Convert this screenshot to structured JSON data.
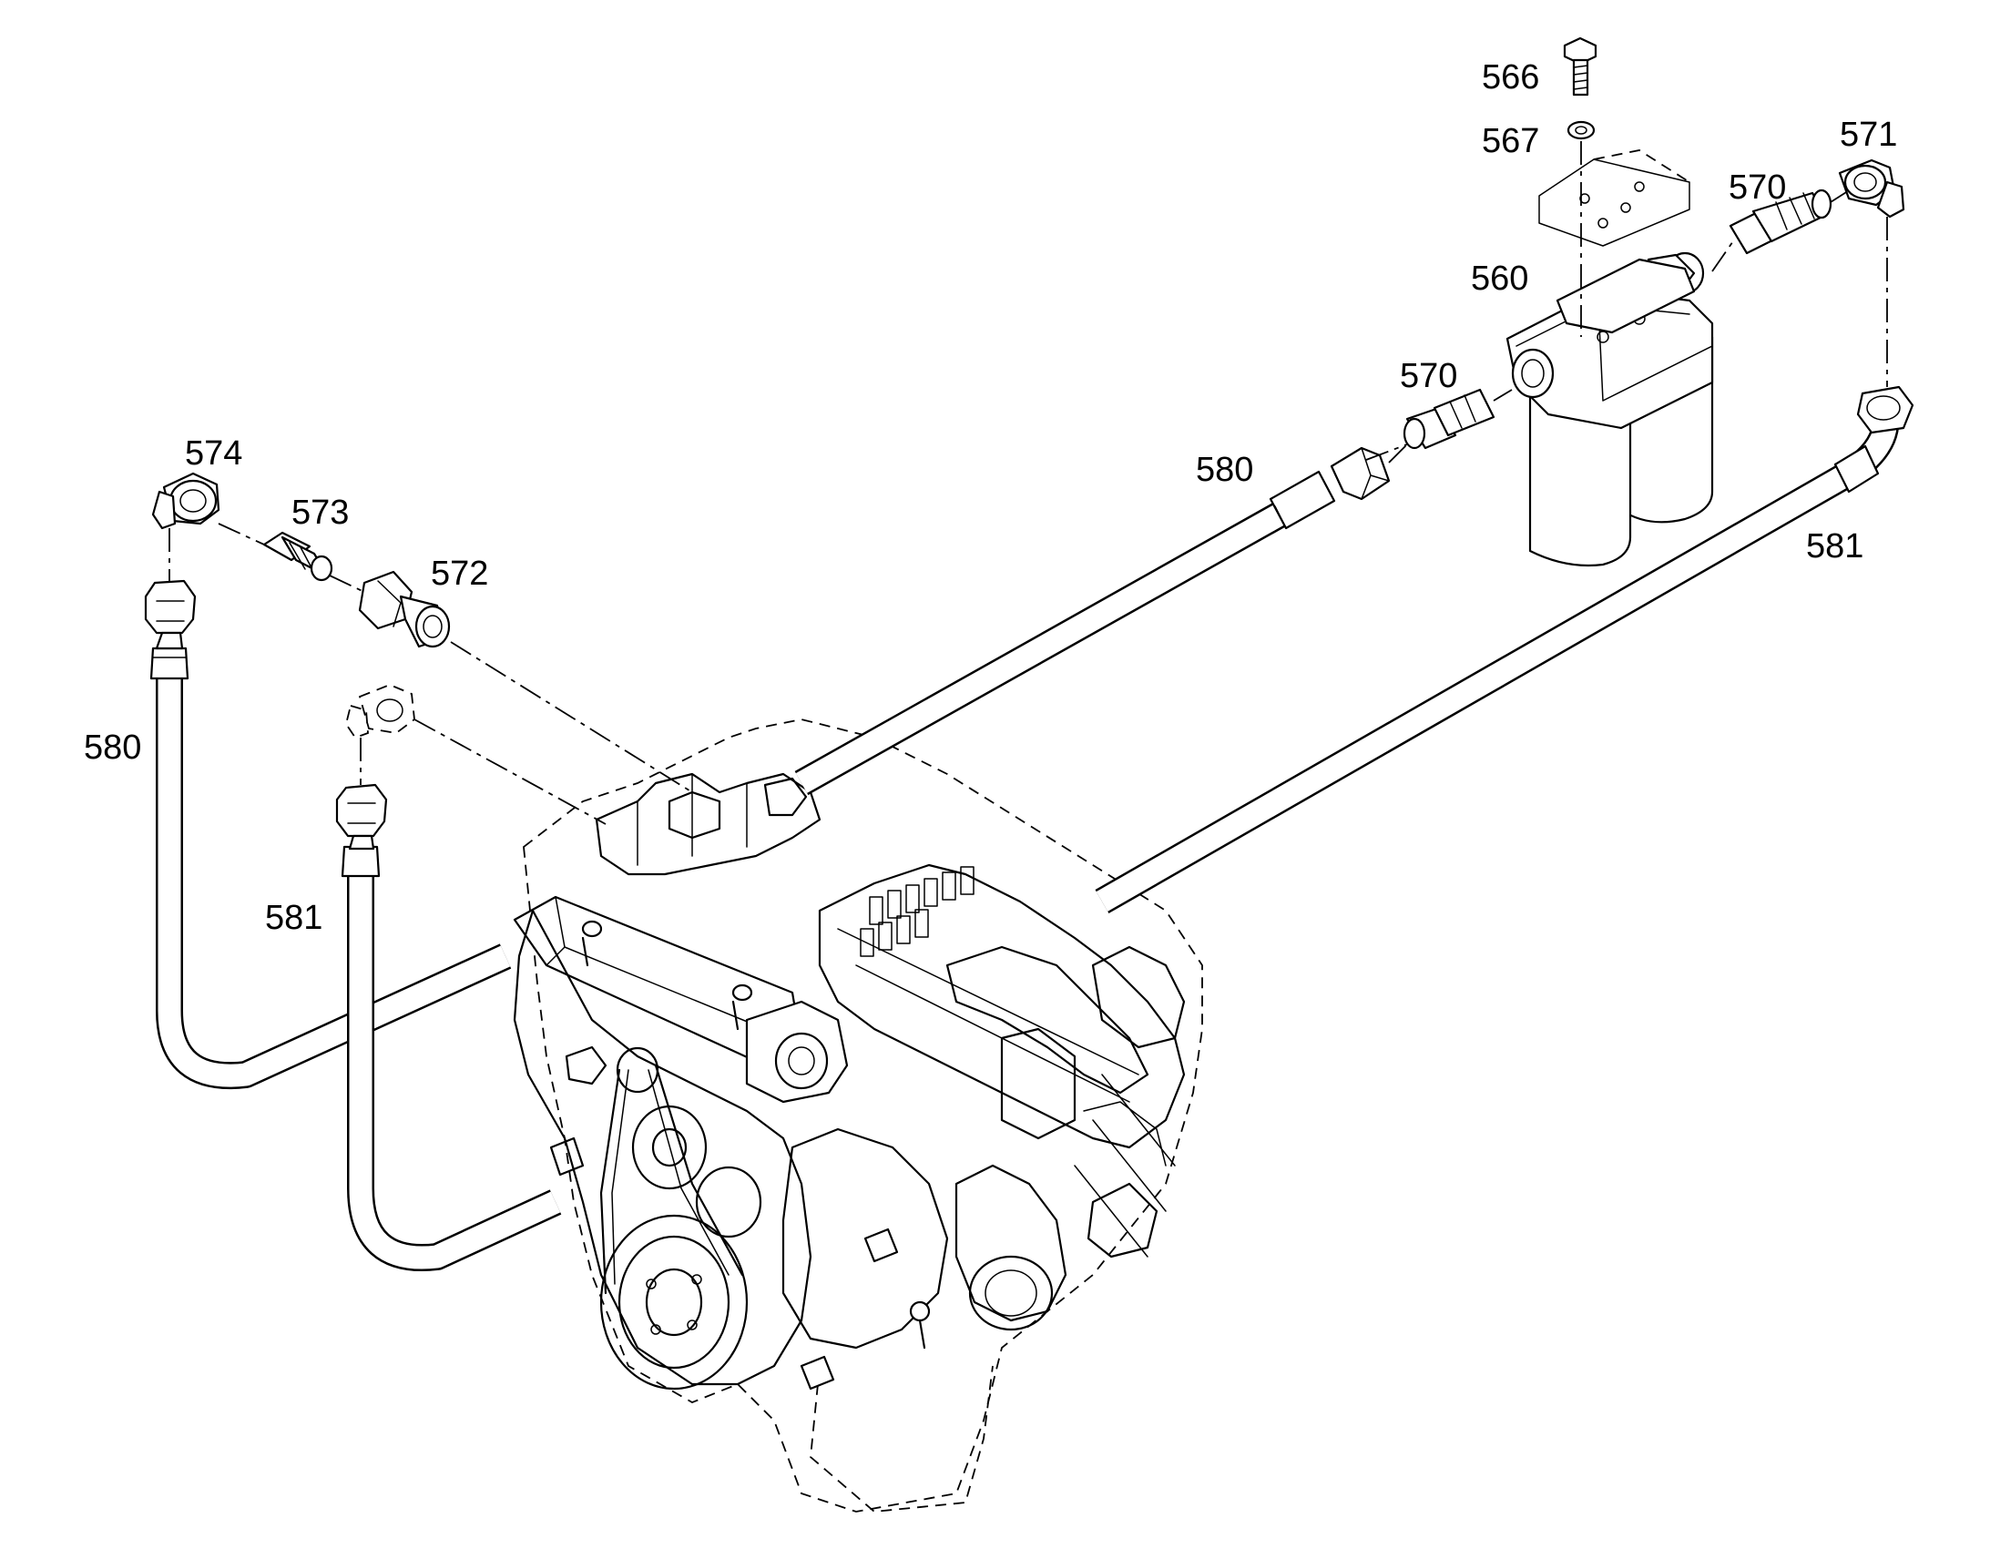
{
  "parts": {
    "p566": "566",
    "p567": "567",
    "p571": "571",
    "p570_upper": "570",
    "p560": "560",
    "p570_lower": "570",
    "p580_right": "580",
    "p581_right": "581",
    "p574": "574",
    "p573": "573",
    "p572": "572",
    "p580_left": "580",
    "p581_left": "581"
  }
}
